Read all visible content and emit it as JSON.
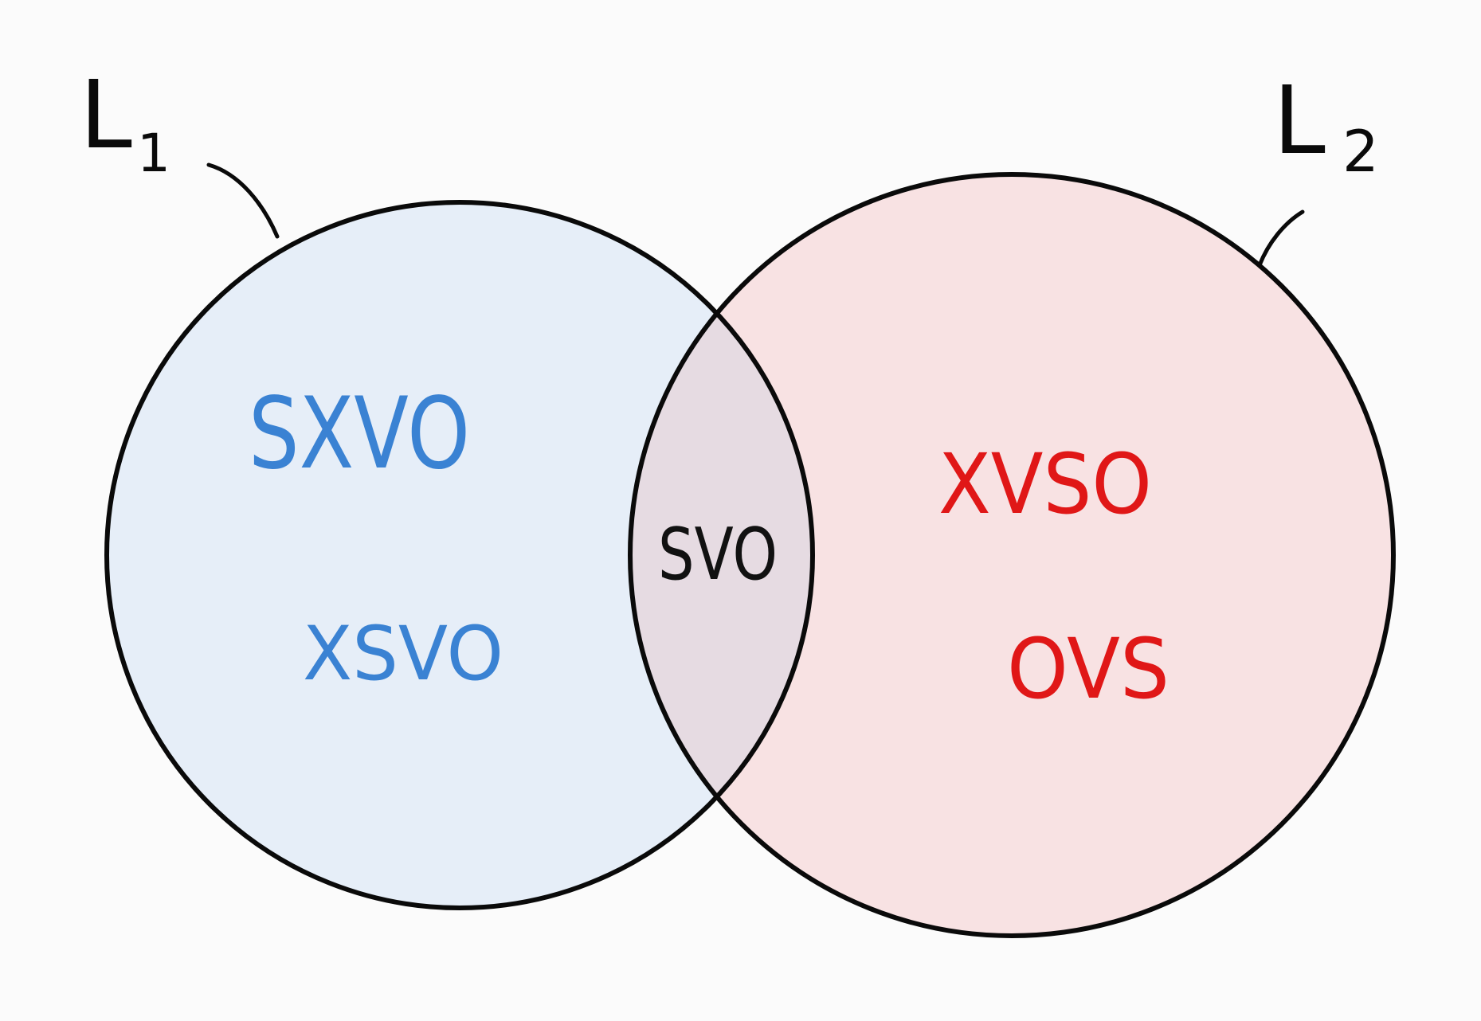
{
  "diagram": {
    "type": "venn",
    "sets": [
      {
        "label_letter": "L",
        "label_subscript": "1",
        "fill_color": "#e6eef8",
        "text_color": "#3a82d3",
        "items": [
          "SXVO",
          "XSVO"
        ]
      },
      {
        "label_letter": "L",
        "label_subscript": "2",
        "fill_color": "#f8e2e3",
        "text_color": "#e01717",
        "items": [
          "XVSO",
          "OVS"
        ]
      }
    ],
    "intersection": {
      "fill_color": "#e6dbe2",
      "text_color": "#111111",
      "items": [
        "SVO"
      ]
    },
    "stroke_color": "#0a0a0a",
    "background_color": "#fbfbfb"
  }
}
